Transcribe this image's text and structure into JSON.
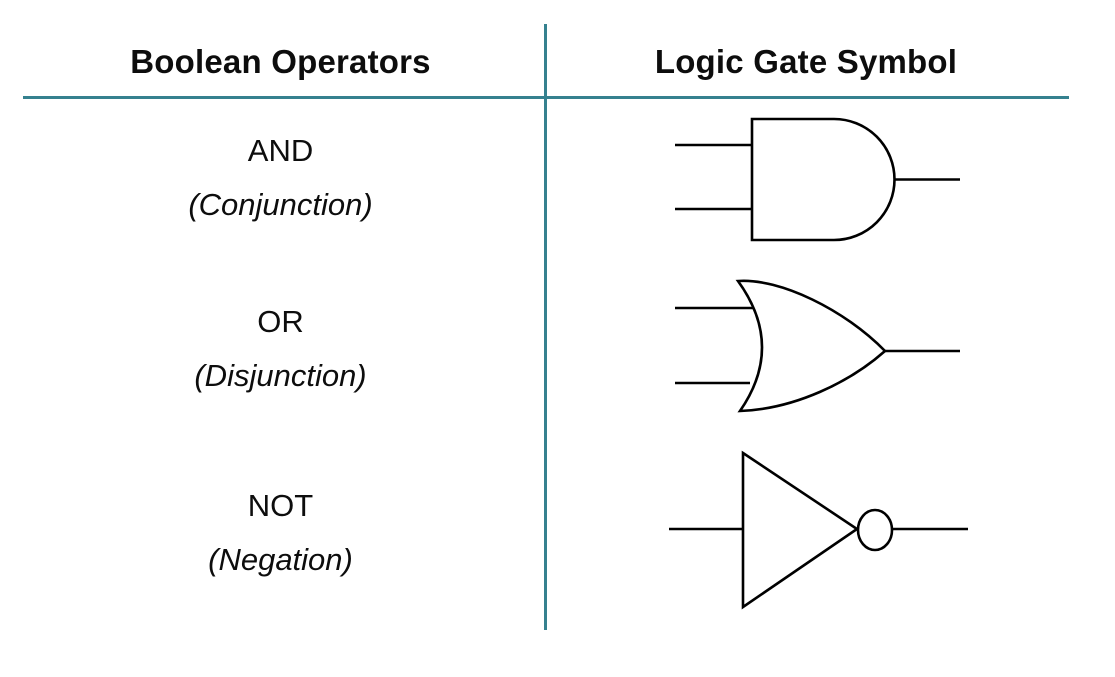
{
  "table": {
    "columns": [
      {
        "label": "Boolean Operators"
      },
      {
        "label": "Logic Gate Symbol"
      }
    ],
    "rows": [
      {
        "operator": "AND",
        "term": "(Conjunction)",
        "gate": "and-gate"
      },
      {
        "operator": "OR",
        "term": "(Disjunction)",
        "gate": "or-gate"
      },
      {
        "operator": "NOT",
        "term": "(Negation)",
        "gate": "not-gate"
      }
    ]
  },
  "colors": {
    "divider": "#35818F",
    "gate_stroke": "#000000",
    "text": "#0d0d0d",
    "background": "#ffffff"
  }
}
